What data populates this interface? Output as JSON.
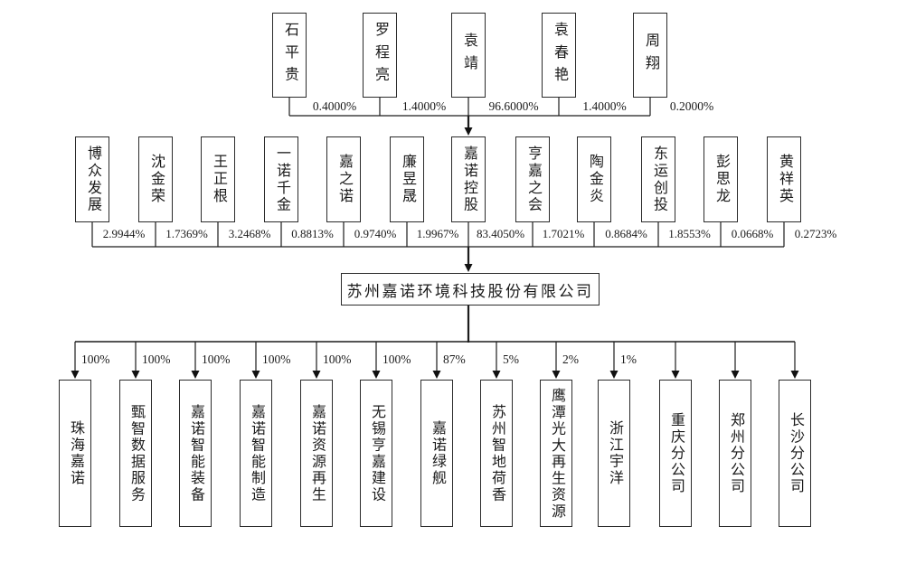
{
  "company": {
    "name": "苏州嘉诺环境科技股份有限公司"
  },
  "top_shareholders": [
    {
      "name": "石平贵",
      "pct": "0.4000%"
    },
    {
      "name": "罗程亮",
      "pct": "1.4000%"
    },
    {
      "name": "袁靖",
      "pct": "96.6000%"
    },
    {
      "name": "袁春艳",
      "pct": "1.4000%"
    },
    {
      "name": "周翔",
      "pct": "0.2000%"
    }
  ],
  "mid_shareholders": [
    {
      "name": "博众发展",
      "pct": "2.9944%"
    },
    {
      "name": "沈金荣",
      "pct": "1.7369%"
    },
    {
      "name": "王正根",
      "pct": "3.2468%"
    },
    {
      "name": "一诺千金",
      "pct": "0.8813%"
    },
    {
      "name": "嘉之诺",
      "pct": "0.9740%"
    },
    {
      "name": "廉昱晟",
      "pct": "1.9967%"
    },
    {
      "name": "嘉诺控股",
      "pct": "83.4050%"
    },
    {
      "name": "亨嘉之会",
      "pct": "1.7021%"
    },
    {
      "name": "陶金炎",
      "pct": "0.8684%"
    },
    {
      "name": "东运创投",
      "pct": "1.8553%"
    },
    {
      "name": "彭思龙",
      "pct": "0.0668%"
    },
    {
      "name": "黄祥英",
      "pct": "0.2723%"
    }
  ],
  "subsidiaries": [
    {
      "name": "珠海嘉诺",
      "pct": "100%"
    },
    {
      "name": "甄智数据服务",
      "pct": "100%"
    },
    {
      "name": "嘉诺智能装备",
      "pct": "100%"
    },
    {
      "name": "嘉诺智能制造",
      "pct": "100%"
    },
    {
      "name": "嘉诺资源再生",
      "pct": "100%"
    },
    {
      "name": "无锡亨嘉建设",
      "pct": "100%"
    },
    {
      "name": "嘉诺绿舰",
      "pct": "87%"
    },
    {
      "name": "苏州智地荷香",
      "pct": "5%"
    },
    {
      "name": "鹰潭光大再生资源",
      "pct": "2%"
    },
    {
      "name": "浙江宇洋",
      "pct": "1%"
    },
    {
      "name": "重庆分公司",
      "pct": ""
    },
    {
      "name": "郑州分公司",
      "pct": ""
    },
    {
      "name": "长沙分公司",
      "pct": ""
    }
  ],
  "colors": {
    "line": "#1c1c1c",
    "text": "#1a1a1a",
    "background": "#ffffff"
  }
}
